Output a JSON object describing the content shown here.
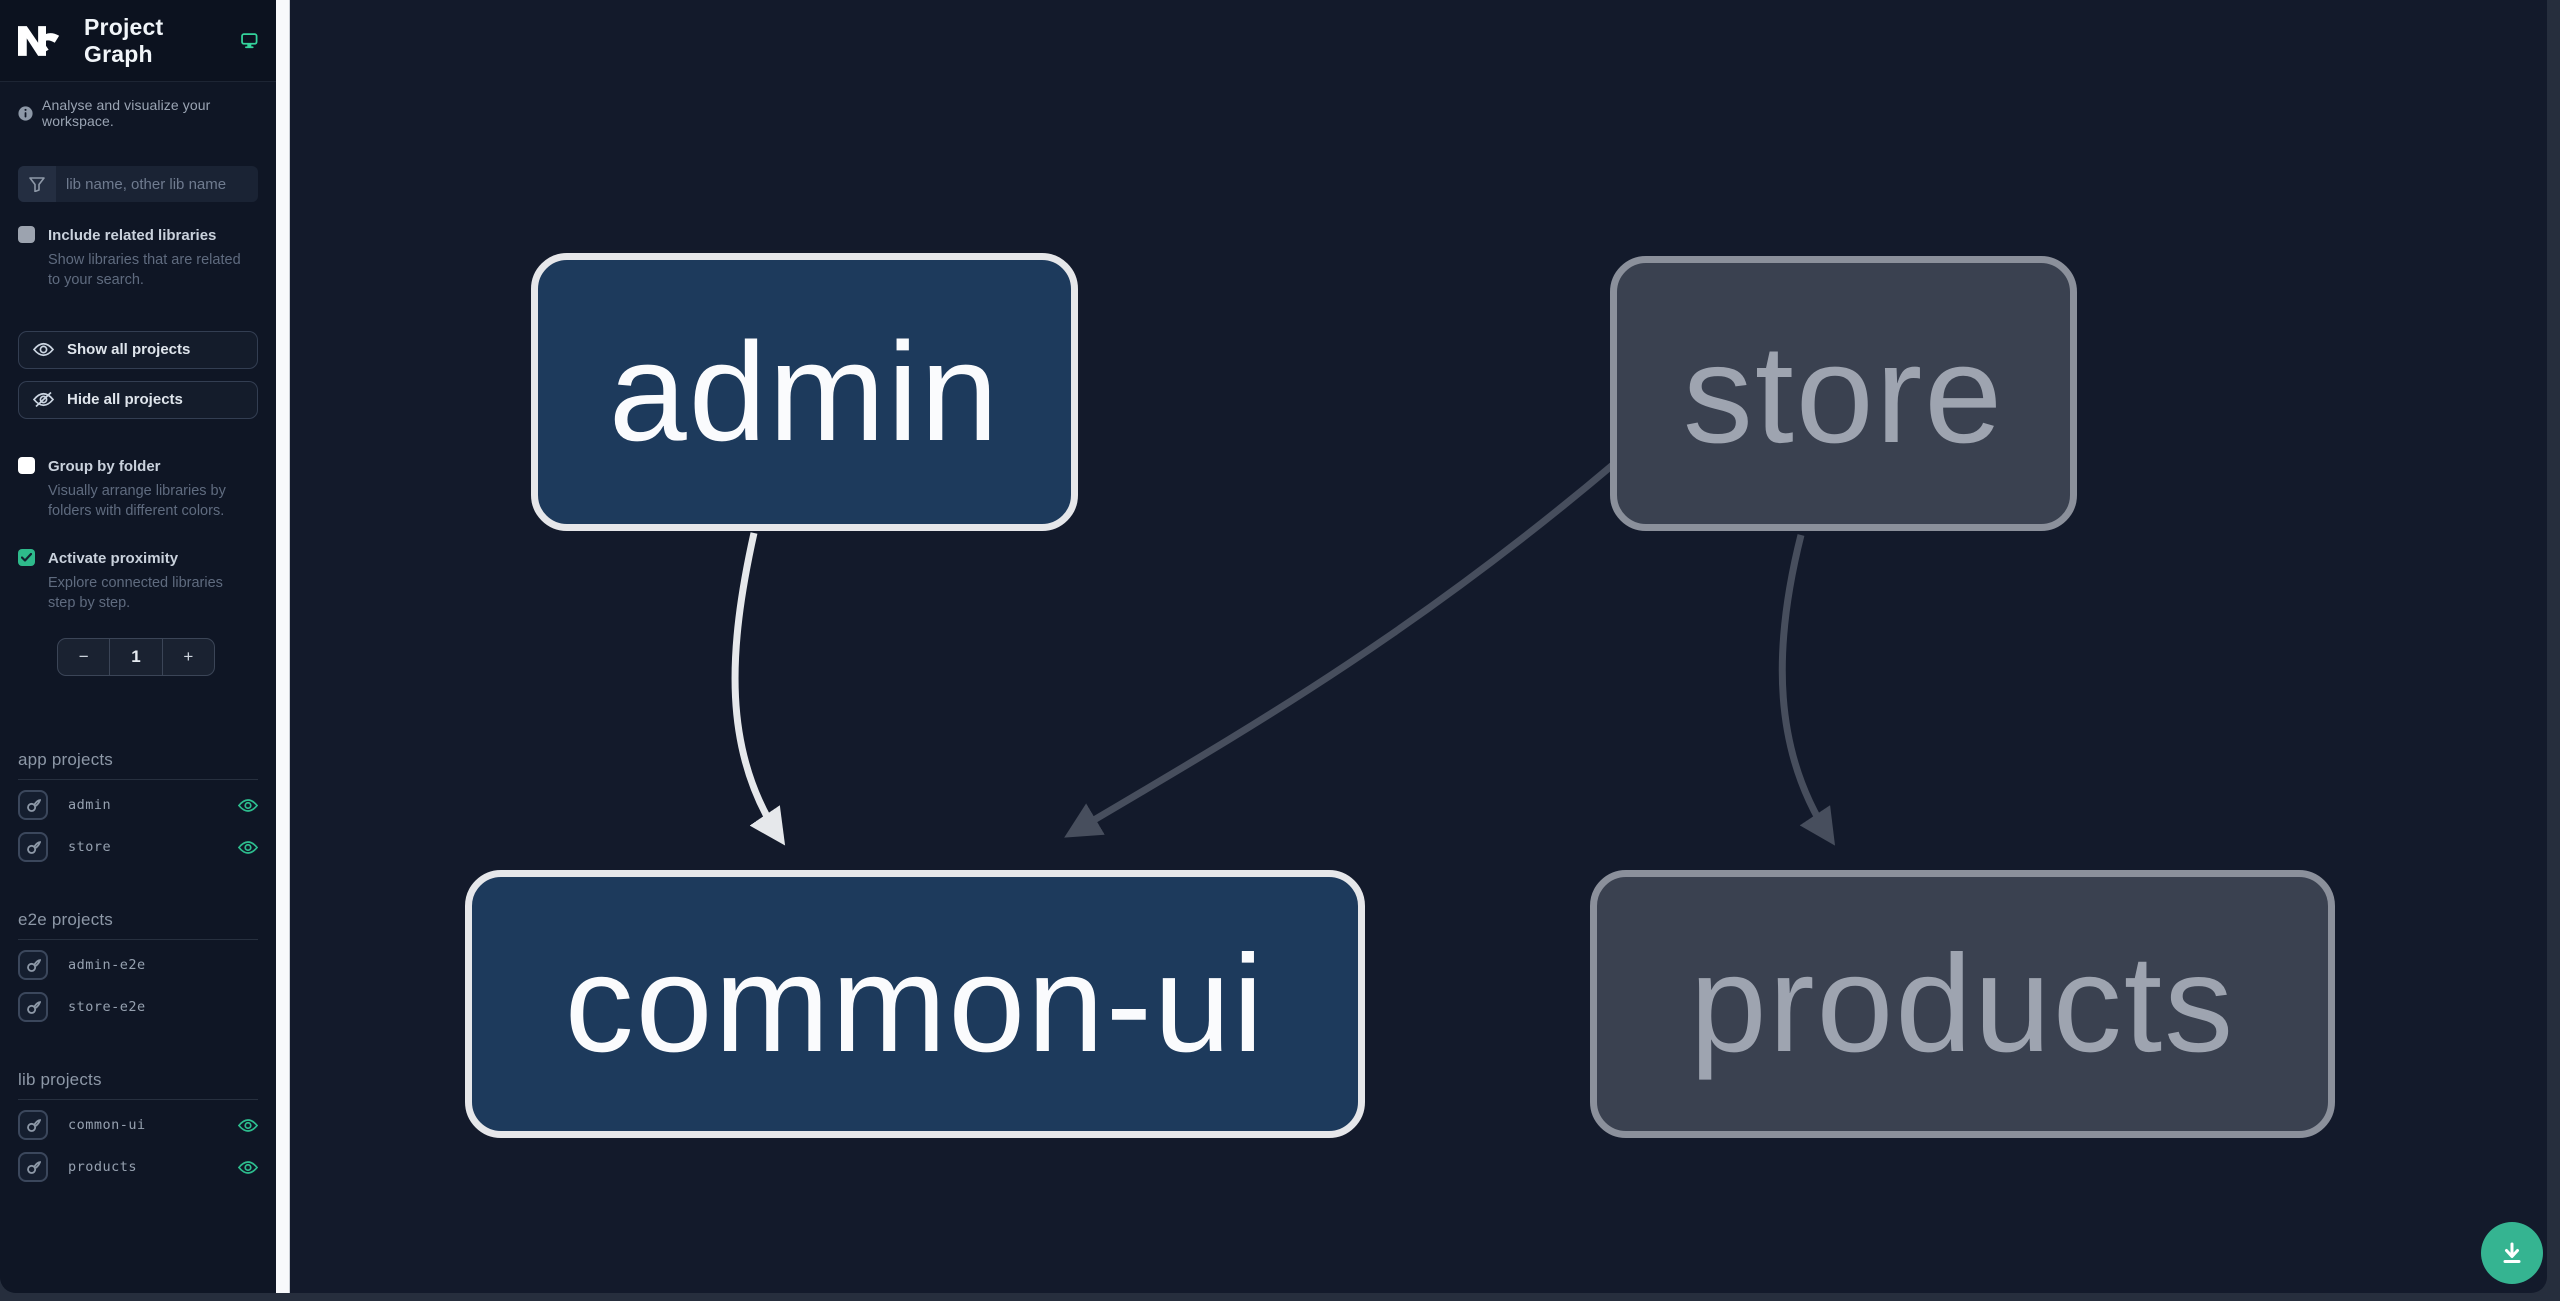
{
  "header": {
    "logo": "Nx",
    "title": "Project Graph"
  },
  "sidebar": {
    "tagline": "Analyse and visualize your workspace.",
    "search": {
      "placeholder": "lib name, other lib name"
    },
    "include_related": {
      "label": "Include related libraries",
      "description": "Show libraries that are related to your search.",
      "checked": false
    },
    "show_all_label": "Show all projects",
    "hide_all_label": "Hide all projects",
    "group_by_folder": {
      "label": "Group by folder",
      "description": "Visually arrange libraries by folders with different colors.",
      "checked": false
    },
    "proximity": {
      "label": "Activate proximity",
      "description": "Explore connected libraries step by step.",
      "checked": true
    },
    "stepper": {
      "minus": "−",
      "value": "1",
      "plus": "+"
    },
    "sections": [
      {
        "title": "app projects",
        "items": [
          {
            "name": "admin",
            "visible": true
          },
          {
            "name": "store",
            "visible": true
          }
        ]
      },
      {
        "title": "e2e projects",
        "items": [
          {
            "name": "admin-e2e",
            "visible": false
          },
          {
            "name": "store-e2e",
            "visible": false
          }
        ]
      },
      {
        "title": "lib projects",
        "items": [
          {
            "name": "common-ui",
            "visible": true
          },
          {
            "name": "products",
            "visible": true
          }
        ]
      }
    ]
  },
  "graph": {
    "nodes": [
      {
        "label": "admin",
        "type": "app",
        "state": "focused"
      },
      {
        "label": "store",
        "type": "app",
        "state": "dimmed"
      },
      {
        "label": "common-ui",
        "type": "lib",
        "state": "focused"
      },
      {
        "label": "products",
        "type": "lib",
        "state": "dimmed"
      }
    ],
    "edges": [
      {
        "from": "admin",
        "to": "common-ui",
        "highlighted": true
      },
      {
        "from": "store",
        "to": "common-ui",
        "highlighted": false
      },
      {
        "from": "store",
        "to": "products",
        "highlighted": false
      }
    ]
  },
  "colors": {
    "accent_green": "#2eba8b",
    "download_button": "#35b491",
    "node_focused_bg": "#1d3a5c",
    "node_focused_border": "#e6e7ea",
    "node_dim_bg": "#3a4150",
    "node_dim_border": "#8b909b",
    "edge_highlight": "#e6e8eb",
    "edge_dim": "#474e5d",
    "sidebar_bg": "#0f1625",
    "canvas_bg": "#131a2b"
  }
}
